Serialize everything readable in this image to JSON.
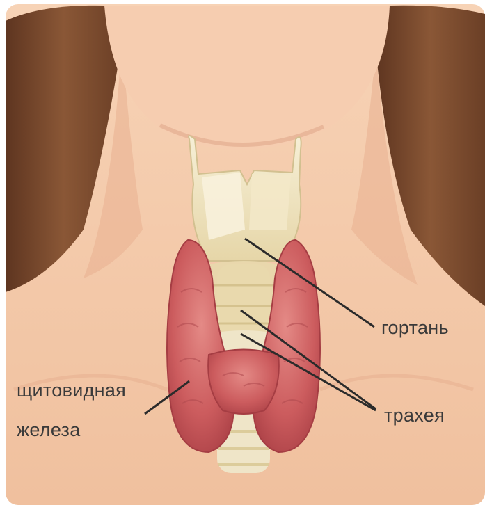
{
  "labels": {
    "larynx": "гортань",
    "trachea": "трахея",
    "thyroid_line1": "щитовидная",
    "thyroid_line2": "железа"
  },
  "colors": {
    "skin": "#f4c9a8",
    "skin_shadow": "#e3a989",
    "hair": "#7a4a2e",
    "thyroid": "#c9575a",
    "cartilage": "#f1e6c4",
    "leader_line": "#2b2b2b",
    "label_text": "#3a3a3a"
  }
}
